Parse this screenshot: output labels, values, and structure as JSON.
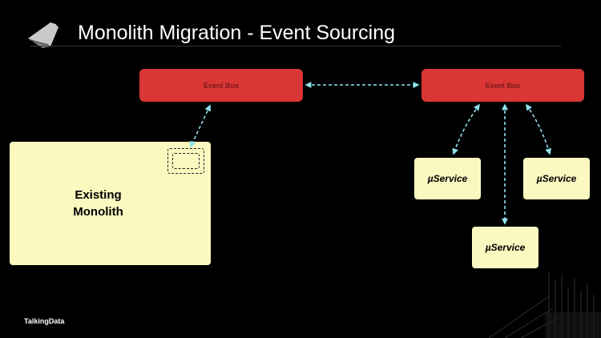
{
  "slide": {
    "title": "Monolith Migration - Event Sourcing",
    "brand": "TalkingData"
  },
  "event_buses": {
    "left_label": "Event Bus",
    "right_label": "Event Bus"
  },
  "monolith": {
    "label": "Existing\nMonolith"
  },
  "services": {
    "svc1": "µService",
    "svc2": "µService",
    "svc3": "µService"
  },
  "colors": {
    "background": "#000000",
    "event_bus": "#d93635",
    "box_fill": "#fbf8c0",
    "connector": "#8ee3ee"
  },
  "icons": [
    "logo-icon",
    "monolith-port-icon"
  ]
}
